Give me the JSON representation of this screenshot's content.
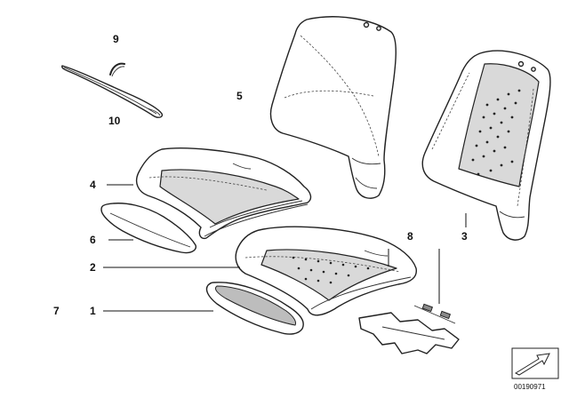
{
  "callouts": {
    "c1": "1",
    "c2": "2",
    "c3": "3",
    "c4": "4",
    "c5": "5",
    "c6": "6",
    "c7": "7",
    "c8": "8",
    "c9": "9",
    "c10": "10"
  },
  "reference_code": "00190971",
  "colors": {
    "line": "#222222",
    "fill": "#ffffff",
    "shade": "#d9d9d9"
  }
}
